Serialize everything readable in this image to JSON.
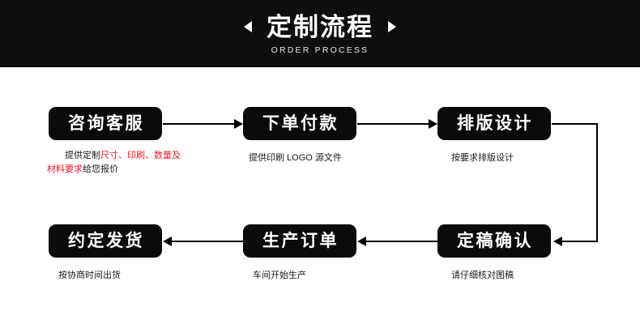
{
  "header": {
    "title": "定制流程",
    "subtitle": "ORDER PROCESS",
    "left_arrow_icon": "triangle-left-icon",
    "right_arrow_icon": "triangle-right-icon",
    "background_color": "#0e0e0e",
    "text_color": "#ffffff"
  },
  "colors": {
    "box_fill": "#0b0b0b",
    "box_text": "#ffffff",
    "caption_text": "#1a1a1a",
    "highlight_red": "#e8192c",
    "connector": "#000000",
    "page_background": "#ffffff"
  },
  "steps": [
    {
      "index": 1,
      "label": "咨询客服",
      "caption_plain": "提供定制尺寸、印刷、数量及材料要求给您报价",
      "caption_parts": [
        {
          "text": "提供定制",
          "color": "black"
        },
        {
          "text": "尺寸、印刷、数量及材料要求",
          "color": "red"
        },
        {
          "text": "给您报价",
          "color": "black"
        }
      ]
    },
    {
      "index": 2,
      "label": "下单付款",
      "caption_plain": "提供印刷 LOGO 源文件",
      "caption_parts": [
        {
          "text": "提供印刷 LOGO 源文件",
          "color": "black"
        }
      ]
    },
    {
      "index": 3,
      "label": "排版设计",
      "caption_plain": "按要求排版设计",
      "caption_parts": [
        {
          "text": "按要求排版设计",
          "color": "black"
        }
      ]
    },
    {
      "index": 4,
      "label": "定稿确认",
      "caption_plain": "请仔细核对图稿",
      "caption_parts": [
        {
          "text": "请仔细核对图稿",
          "color": "black"
        }
      ]
    },
    {
      "index": 5,
      "label": "生产订单",
      "caption_plain": "车间开始生产",
      "caption_parts": [
        {
          "text": "车间开始生产",
          "color": "black"
        }
      ]
    },
    {
      "index": 6,
      "label": "约定发货",
      "caption_plain": "按协商时间出货",
      "caption_parts": [
        {
          "text": "按协商时间出货",
          "color": "black"
        }
      ]
    }
  ],
  "connectors": [
    {
      "name": "arrow-step1-to-step2",
      "direction": "right"
    },
    {
      "name": "arrow-step2-to-step3",
      "direction": "right"
    },
    {
      "name": "elbow-step3-to-step4",
      "direction": "right-down-left"
    },
    {
      "name": "arrow-step4-to-step5",
      "direction": "left"
    },
    {
      "name": "arrow-step5-to-step6",
      "direction": "left"
    }
  ]
}
